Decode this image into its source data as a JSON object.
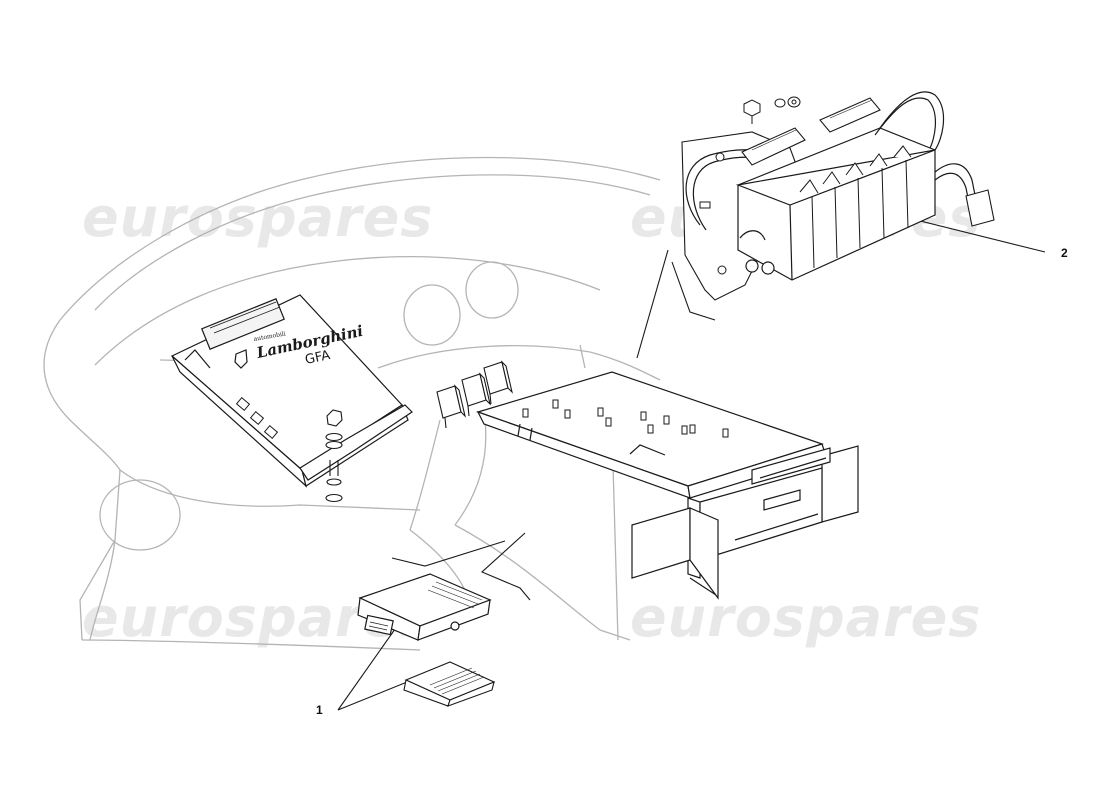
{
  "diagram": {
    "watermark_text": "eurospares",
    "logo": {
      "small_text": "automobili",
      "brand": "Lamborghini",
      "model": "GFA"
    },
    "callouts": [
      {
        "id": "1",
        "label": "1"
      },
      {
        "id": "2",
        "label": "2"
      }
    ],
    "colors": {
      "line": "#1a1a1a",
      "ghost_line": "#b4b4b4",
      "watermark": "#d0d0d0",
      "background": "#ffffff"
    }
  }
}
